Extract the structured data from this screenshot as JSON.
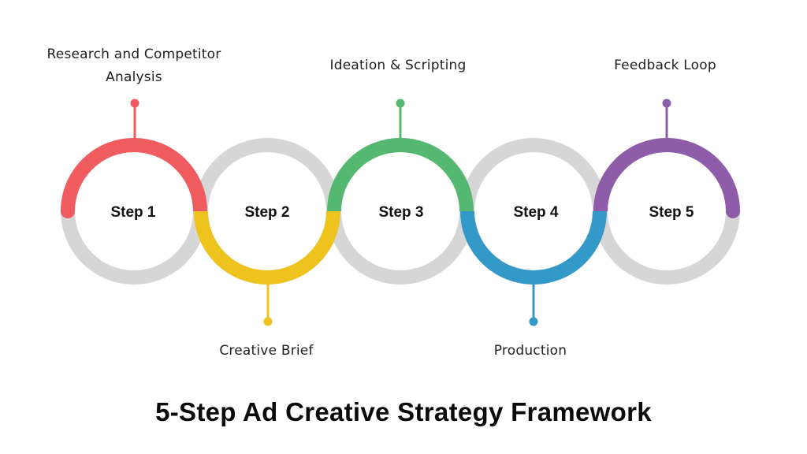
{
  "title": "5-Step Ad Creative Strategy Framework",
  "colors": {
    "track": "#D6D6D6",
    "step1": "#EF5B5F",
    "step2": "#EFC31E",
    "step3": "#55B870",
    "step4": "#3399C9",
    "step5": "#8E5CA8"
  },
  "steps": [
    {
      "label": "Step 1",
      "description_line1": "Research and Competitor",
      "description_line2": "Analysis",
      "position": "top"
    },
    {
      "label": "Step 2",
      "description_line1": "Creative Brief",
      "position": "bottom"
    },
    {
      "label": "Step 3",
      "description_line1": "Ideation & Scripting",
      "position": "top"
    },
    {
      "label": "Step 4",
      "description_line1": "Production",
      "position": "bottom"
    },
    {
      "label": "Step 5",
      "description_line1": "Feedback Loop",
      "position": "top"
    }
  ]
}
